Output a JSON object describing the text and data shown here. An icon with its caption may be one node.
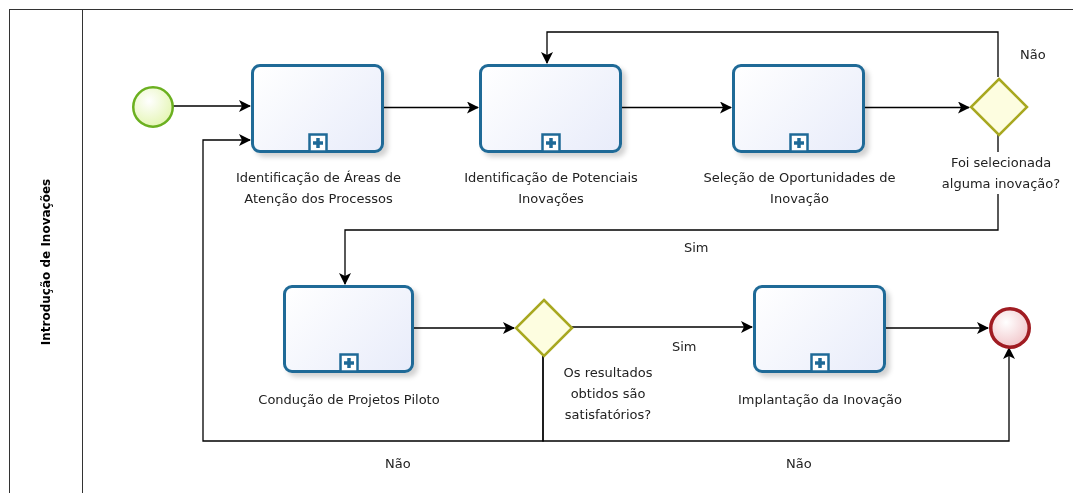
{
  "diagram": {
    "nodes": [
      {
        "text": [
          "Introdução de Inovações"
        ]
      },
      {
        "text": [],
        "shape": "circle",
        "in": 0
      },
      {
        "text": [
          "Identificação de Áreas de Atenção dos Processos"
        ],
        "in": 0
      },
      {
        "text": [
          "Identificação de Potenciais Inovações"
        ],
        "in": 0
      },
      {
        "text": [
          "Seleção de Oportunidades de Inovação"
        ],
        "in": 0
      },
      {
        "text": [
          "Foi selecionada alguma inovação?"
        ],
        "in": 0
      },
      {
        "text": [
          "Condução de Projetos Piloto"
        ],
        "in": 0
      },
      {
        "text": [
          "Os resultados obtidos são satisfatórios?"
        ],
        "in": 0
      },
      {
        "text": [
          "Implantação da Inovação"
        ],
        "in": 0
      },
      {
        "text": [],
        "shape": "circle",
        "in": 0
      }
    ],
    "edges": [
      {
        "from": 1,
        "to": 2,
        "arrow": "to"
      },
      {
        "from": 2,
        "to": 3,
        "arrow": "to"
      },
      {
        "from": 3,
        "to": 4,
        "arrow": "to"
      },
      {
        "from": 4,
        "to": 5,
        "arrow": "to"
      },
      {
        "from": 5,
        "to": 3,
        "arrow": "to",
        "label": "Não"
      },
      {
        "from": 5,
        "to": 6,
        "arrow": "to",
        "label": "Sim"
      },
      {
        "from": 6,
        "to": 7,
        "arrow": "to"
      },
      {
        "from": 7,
        "to": 8,
        "arrow": "to",
        "label": "Sim"
      },
      {
        "from": 8,
        "to": 9,
        "arrow": "to"
      },
      {
        "from": 7,
        "to": 2,
        "arrow": "to",
        "label": "Não"
      },
      {
        "from": 7,
        "to": 9,
        "arrow": "to",
        "label": "Não"
      }
    ]
  }
}
